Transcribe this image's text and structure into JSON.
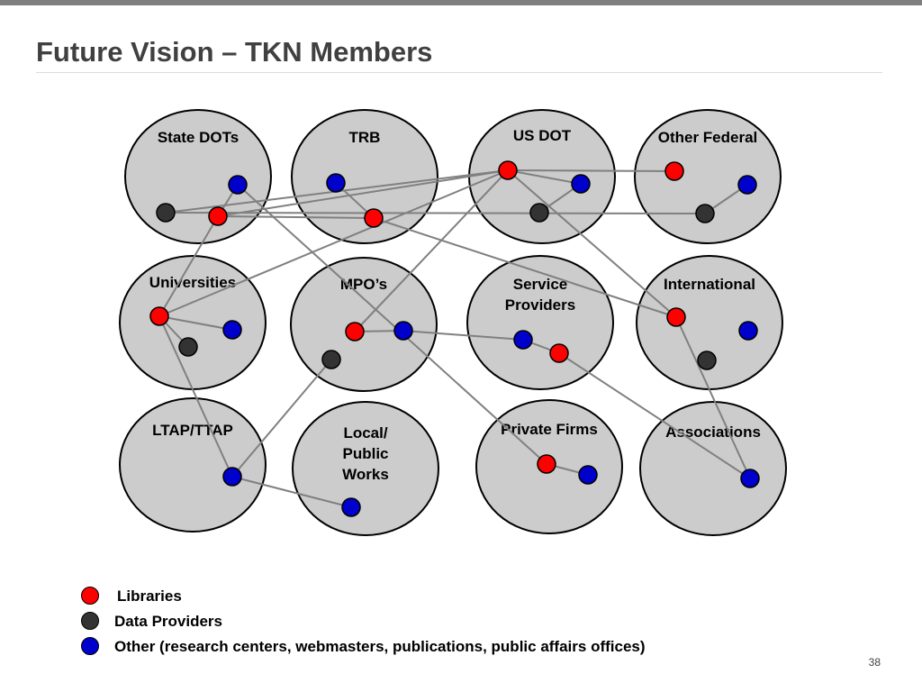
{
  "slide": {
    "title": "Future Vision – TKN Members",
    "page_number": "38"
  },
  "colors": {
    "libraries": "#ff0000",
    "data_providers": "#333333",
    "other": "#0000cc",
    "group_fill": "#cccccc",
    "connector": "#808080"
  },
  "groups": [
    {
      "id": "state-dots",
      "label": [
        "State DOTs"
      ]
    },
    {
      "id": "trb",
      "label": [
        "TRB"
      ]
    },
    {
      "id": "us-dot",
      "label": [
        "US DOT"
      ]
    },
    {
      "id": "other-federal",
      "label": [
        "Other Federal"
      ]
    },
    {
      "id": "universities",
      "label": [
        "Universities"
      ]
    },
    {
      "id": "mpos",
      "label": [
        "MPO’s"
      ]
    },
    {
      "id": "service-providers",
      "label": [
        "Service",
        "Providers"
      ]
    },
    {
      "id": "international",
      "label": [
        "International"
      ]
    },
    {
      "id": "ltap-ttap",
      "label": [
        "LTAP/TTAP"
      ]
    },
    {
      "id": "local-public-works",
      "label": [
        "Local/",
        "Public",
        "Works"
      ]
    },
    {
      "id": "private-firms",
      "label": [
        "Private Firms"
      ]
    },
    {
      "id": "associations",
      "label": [
        "Associations"
      ]
    }
  ],
  "nodes": [
    {
      "id": "sd-blue",
      "group": "state-dots",
      "type": "other"
    },
    {
      "id": "sd-black",
      "group": "state-dots",
      "type": "data_providers"
    },
    {
      "id": "sd-red",
      "group": "state-dots",
      "type": "libraries"
    },
    {
      "id": "trb-blue",
      "group": "trb",
      "type": "other"
    },
    {
      "id": "trb-red",
      "group": "trb",
      "type": "libraries"
    },
    {
      "id": "usdot-red",
      "group": "us-dot",
      "type": "libraries"
    },
    {
      "id": "usdot-blue",
      "group": "us-dot",
      "type": "other"
    },
    {
      "id": "usdot-black",
      "group": "us-dot",
      "type": "data_providers"
    },
    {
      "id": "of-red",
      "group": "other-federal",
      "type": "libraries"
    },
    {
      "id": "of-blue",
      "group": "other-federal",
      "type": "other"
    },
    {
      "id": "of-black",
      "group": "other-federal",
      "type": "data_providers"
    },
    {
      "id": "uni-red",
      "group": "universities",
      "type": "libraries"
    },
    {
      "id": "uni-blue",
      "group": "universities",
      "type": "other"
    },
    {
      "id": "uni-black",
      "group": "universities",
      "type": "data_providers"
    },
    {
      "id": "mpo-red",
      "group": "mpos",
      "type": "libraries"
    },
    {
      "id": "mpo-blue",
      "group": "mpos",
      "type": "other"
    },
    {
      "id": "mpo-black",
      "group": "mpos",
      "type": "data_providers"
    },
    {
      "id": "sp-blue",
      "group": "service-providers",
      "type": "other"
    },
    {
      "id": "sp-red",
      "group": "service-providers",
      "type": "libraries"
    },
    {
      "id": "int-red",
      "group": "international",
      "type": "libraries"
    },
    {
      "id": "int-blue",
      "group": "international",
      "type": "other"
    },
    {
      "id": "int-black",
      "group": "international",
      "type": "data_providers"
    },
    {
      "id": "ltap-blue",
      "group": "ltap-ttap",
      "type": "other"
    },
    {
      "id": "lpw-blue",
      "group": "local-public-works",
      "type": "other"
    },
    {
      "id": "pf-red",
      "group": "private-firms",
      "type": "libraries"
    },
    {
      "id": "pf-blue",
      "group": "private-firms",
      "type": "other"
    },
    {
      "id": "assoc-blue",
      "group": "associations",
      "type": "other"
    }
  ],
  "edges": [
    [
      "sd-black",
      "usdot-red"
    ],
    [
      "sd-black",
      "of-black"
    ],
    [
      "sd-red",
      "usdot-red"
    ],
    [
      "sd-red",
      "trb-red"
    ],
    [
      "sd-red",
      "uni-red"
    ],
    [
      "sd-blue",
      "sd-red"
    ],
    [
      "sd-blue",
      "pf-red"
    ],
    [
      "trb-blue",
      "trb-red"
    ],
    [
      "trb-red",
      "int-red"
    ],
    [
      "usdot-red",
      "usdot-blue"
    ],
    [
      "usdot-red",
      "of-red"
    ],
    [
      "usdot-red",
      "uni-red"
    ],
    [
      "usdot-red",
      "mpo-red"
    ],
    [
      "usdot-red",
      "int-red"
    ],
    [
      "usdot-black",
      "usdot-blue"
    ],
    [
      "of-black",
      "of-blue"
    ],
    [
      "uni-red",
      "uni-blue"
    ],
    [
      "uni-red",
      "uni-black"
    ],
    [
      "uni-red",
      "ltap-blue"
    ],
    [
      "mpo-red",
      "mpo-blue"
    ],
    [
      "mpo-black",
      "ltap-blue"
    ],
    [
      "mpo-blue",
      "sp-blue"
    ],
    [
      "sp-blue",
      "sp-red"
    ],
    [
      "sp-red",
      "assoc-blue"
    ],
    [
      "int-red",
      "assoc-blue"
    ],
    [
      "ltap-blue",
      "lpw-blue"
    ],
    [
      "pf-red",
      "pf-blue"
    ]
  ],
  "legend": [
    {
      "type": "libraries",
      "label": "Libraries"
    },
    {
      "type": "data_providers",
      "label": "Data Providers"
    },
    {
      "type": "other",
      "label": "Other (research centers, webmasters, publications, public affairs offices)"
    }
  ]
}
